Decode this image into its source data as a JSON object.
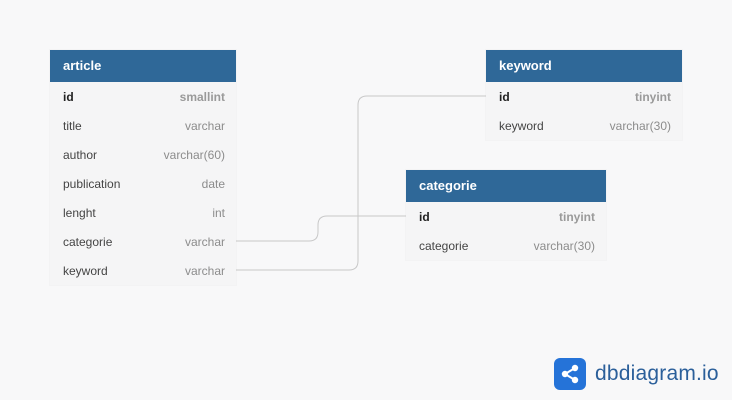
{
  "tables": [
    {
      "name": "article",
      "fields": [
        {
          "name": "id",
          "type": "smallint",
          "pk": true
        },
        {
          "name": "title",
          "type": "varchar"
        },
        {
          "name": "author",
          "type": "varchar(60)"
        },
        {
          "name": "publication",
          "type": "date"
        },
        {
          "name": "lenght",
          "type": "int"
        },
        {
          "name": "categorie",
          "type": "varchar"
        },
        {
          "name": "keyword",
          "type": "varchar"
        }
      ]
    },
    {
      "name": "keyword",
      "fields": [
        {
          "name": "id",
          "type": "tinyint",
          "pk": true
        },
        {
          "name": "keyword",
          "type": "varchar(30)"
        }
      ]
    },
    {
      "name": "categorie",
      "fields": [
        {
          "name": "id",
          "type": "tinyint",
          "pk": true
        },
        {
          "name": "categorie",
          "type": "varchar(30)"
        }
      ]
    }
  ],
  "relations": [
    {
      "from": "article.categorie",
      "to": "categorie.id"
    },
    {
      "from": "article.keyword",
      "to": "keyword.id"
    }
  ],
  "brand": {
    "text": "dbdiagram.io",
    "icon": "dbdiagram-logo-icon"
  },
  "colors": {
    "header": "#2f6898",
    "canvas": "#f8f8f9",
    "brand_blue": "#2573d8"
  }
}
